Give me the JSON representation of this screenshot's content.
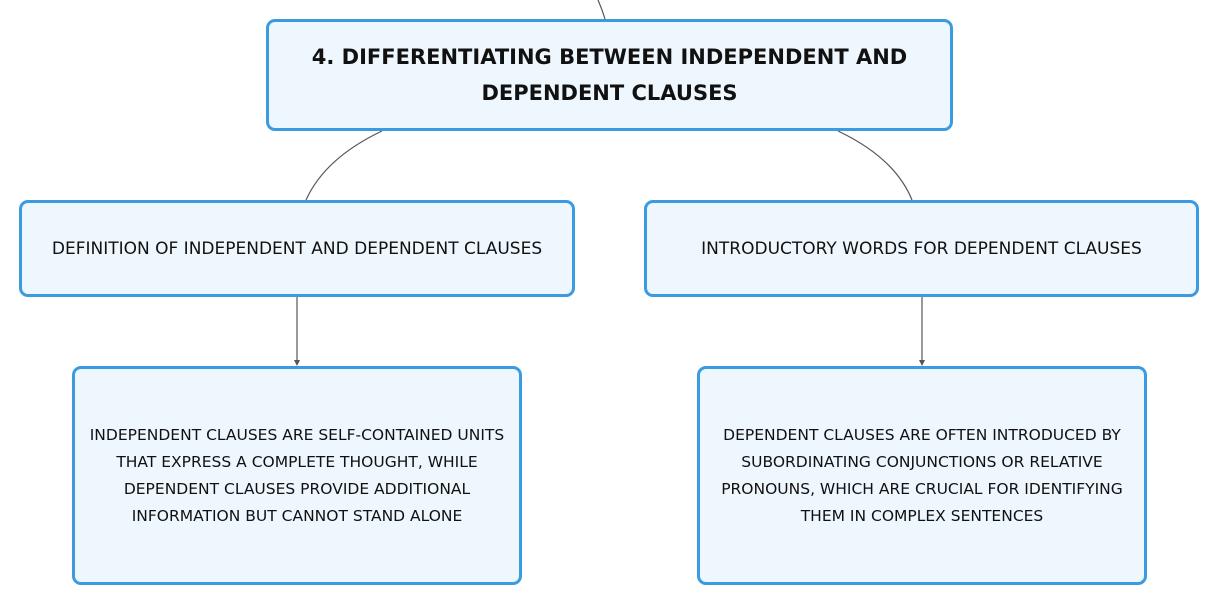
{
  "colors": {
    "node_border": "#3a9be0",
    "node_fill": "#eef7fe",
    "connector": "#555555",
    "text": "#111111"
  },
  "root": {
    "label": "4. DIFFERENTIATING BETWEEN INDEPENDENT AND DEPENDENT CLAUSES"
  },
  "left": {
    "label": "DEFINITION OF INDEPENDENT AND DEPENDENT CLAUSES",
    "child": "INDEPENDENT CLAUSES ARE SELF-CONTAINED UNITS THAT EXPRESS A COMPLETE THOUGHT, WHILE DEPENDENT CLAUSES PROVIDE ADDITIONAL INFORMATION BUT CANNOT STAND ALONE"
  },
  "right": {
    "label": "INTRODUCTORY WORDS FOR DEPENDENT CLAUSES",
    "child": "DEPENDENT CLAUSES ARE OFTEN INTRODUCED BY SUBORDINATING CONJUNCTIONS OR RELATIVE PRONOUNS, WHICH ARE CRUCIAL FOR IDENTIFYING THEM IN COMPLEX SENTENCES"
  }
}
